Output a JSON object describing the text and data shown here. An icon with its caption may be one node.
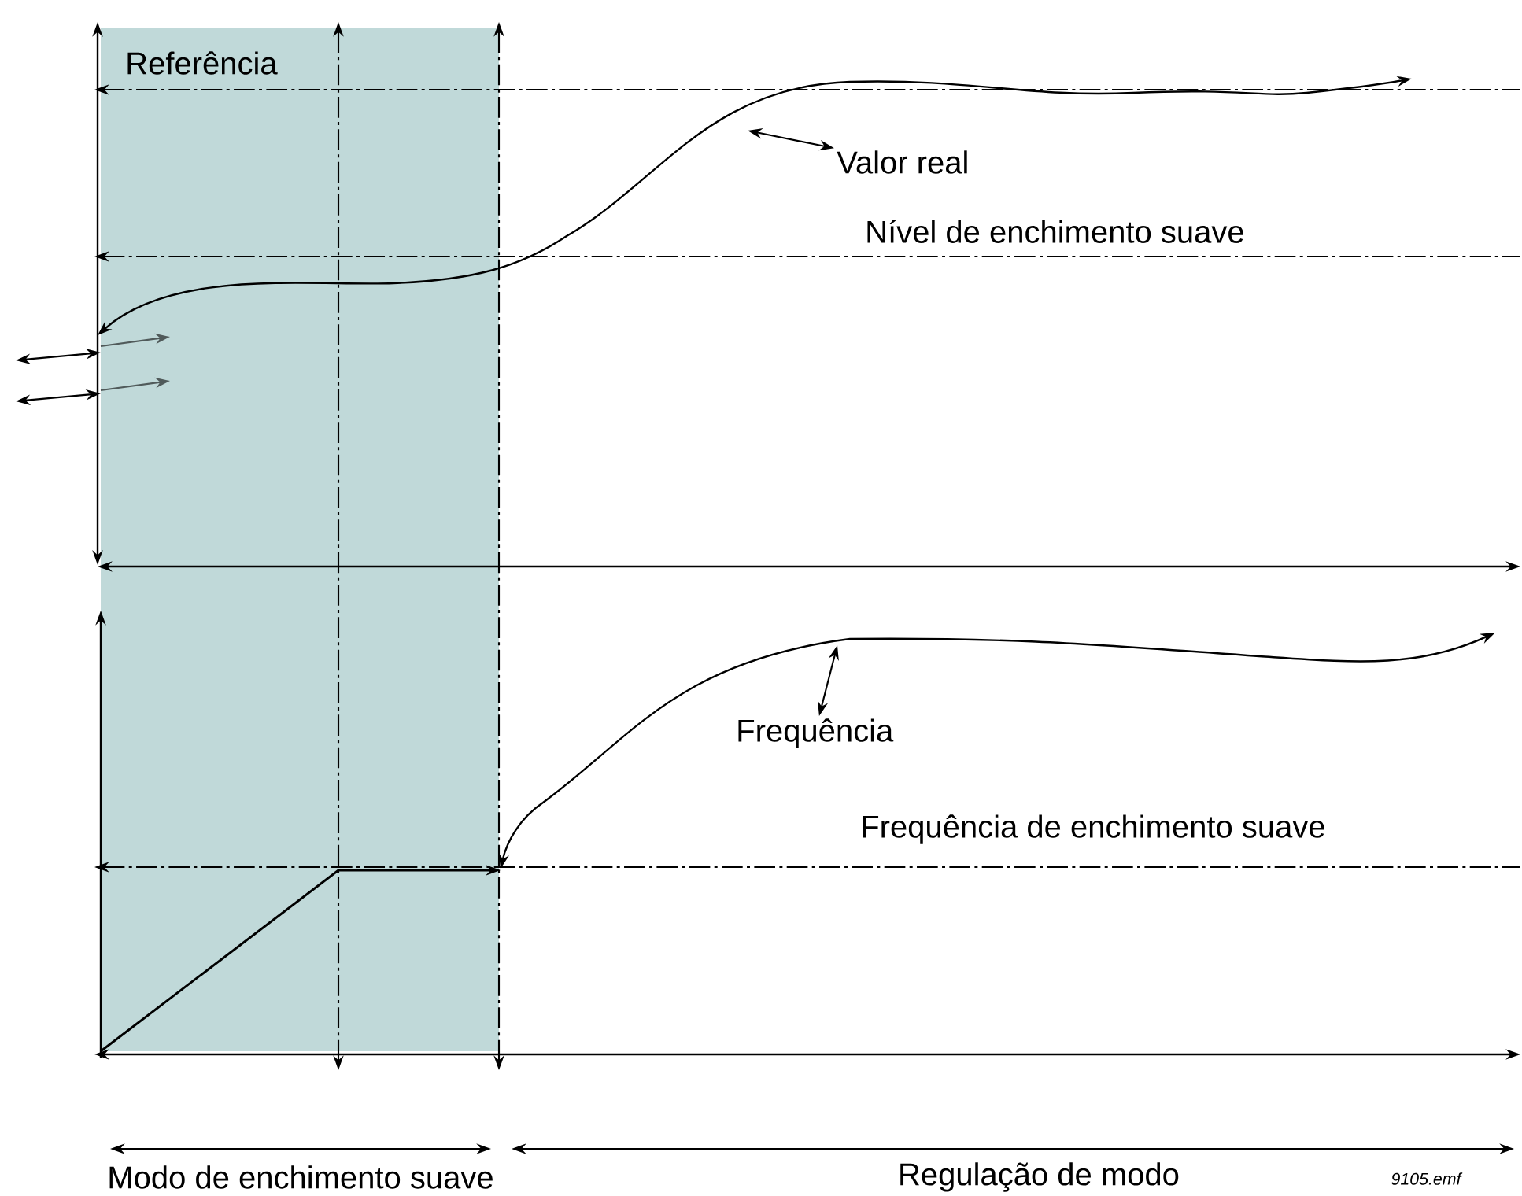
{
  "diagram": {
    "nodes": [
      {
        "text": [
          "Valor real"
        ]
      },
      {
        "text": [
          "Frequência"
        ]
      }
    ],
    "edges": [
      {
        "from": 0,
        "to": null,
        "arrow": "both"
      },
      {
        "from": 1,
        "to": null,
        "arrow": "both"
      }
    ],
    "labels": [
      "Referência",
      "Nível de enchimento suave",
      "Frequência de enchimento suave",
      "Modo de enchimento suave",
      "Regulação de modo",
      "9105.emf"
    ]
  }
}
